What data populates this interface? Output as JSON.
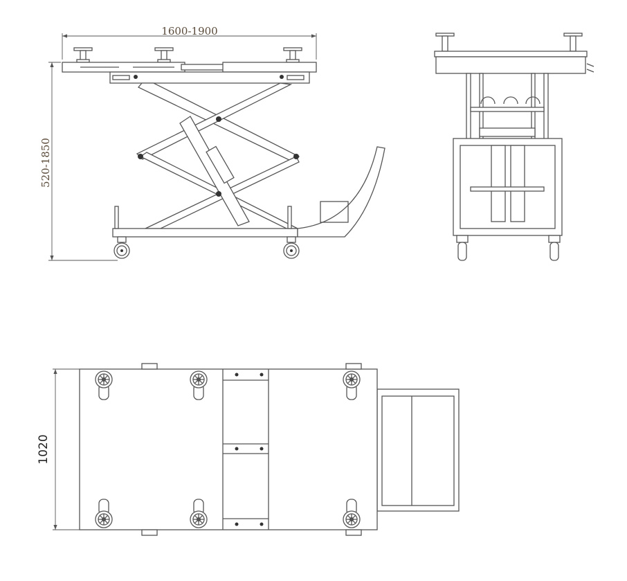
{
  "dimensions": {
    "length": "1600-1900",
    "height": "520-1850",
    "width": "1020"
  },
  "views": [
    "side-view",
    "end-view",
    "top-view"
  ]
}
